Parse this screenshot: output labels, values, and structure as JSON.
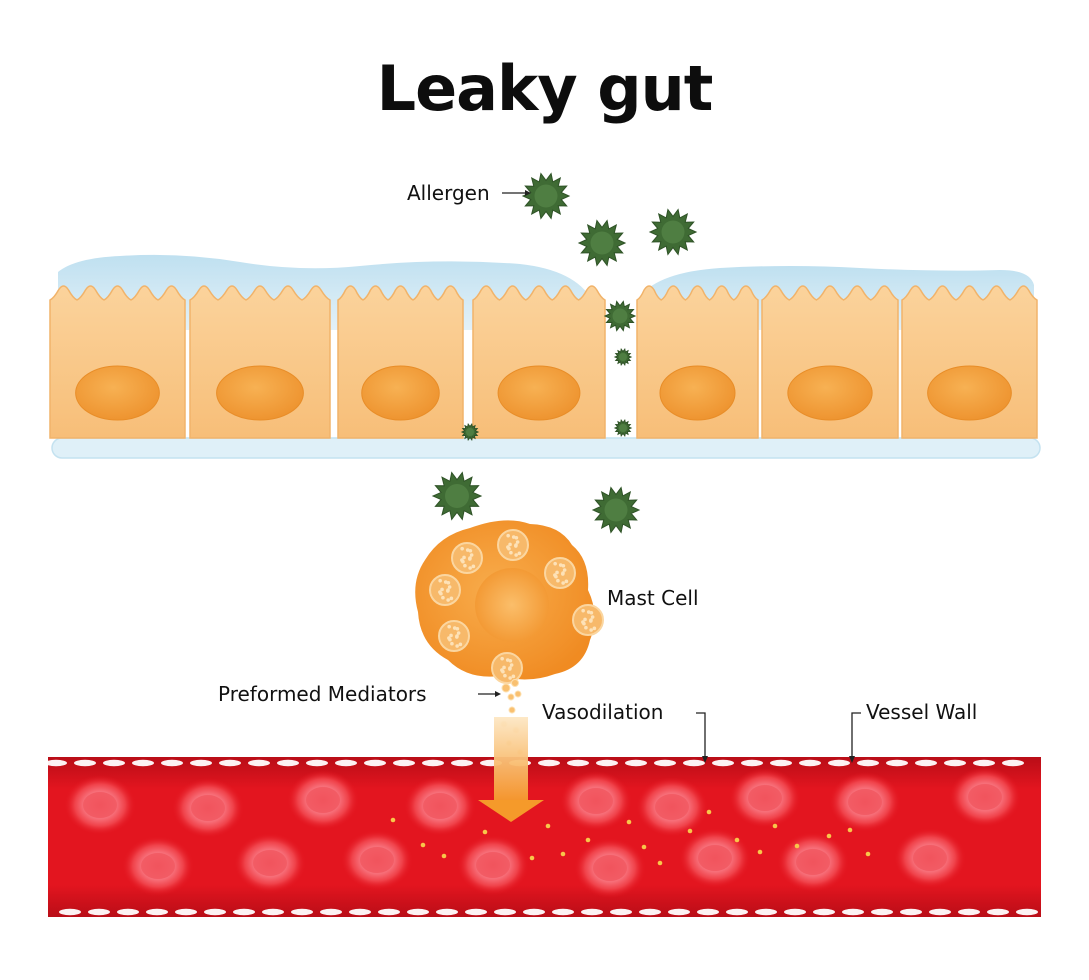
{
  "title": "Leaky gut",
  "labels": {
    "allergen": "Allergen",
    "mast_cell": "Mast Cell",
    "preformed_mediators": "Preformed Mediators",
    "vasodilation": "Vasodilation",
    "vessel_wall": "Vessel Wall"
  },
  "colors": {
    "cell_body": "#f9c88a",
    "cell_nucleus": "#f3a23e",
    "mucus_layer": "#cfe7f3",
    "allergen": "#3f6b34",
    "mast_cell": "#f49a31",
    "blood": "#e3151f",
    "red_blood_cell": "#f0424a",
    "arrow": "#f59a2a"
  },
  "icons": {
    "allergen": "spiky-virus-icon",
    "mediator_flow": "down-arrow-icon"
  }
}
